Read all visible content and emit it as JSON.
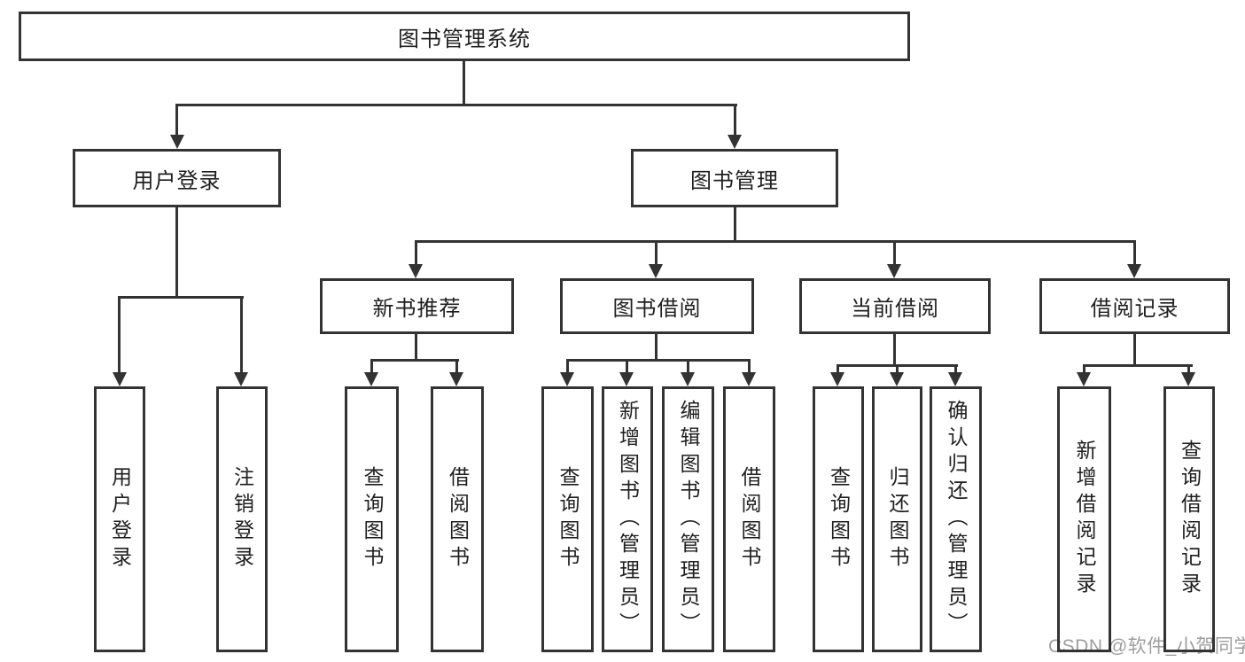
{
  "tree": {
    "root": {
      "label": "图书管理系统"
    },
    "branches": [
      {
        "label": "用户登录",
        "children": [
          {
            "label": "用户登录"
          },
          {
            "label": "注销登录"
          }
        ]
      },
      {
        "label": "图书管理",
        "groups": [
          {
            "label": "新书推荐",
            "children": [
              {
                "label": "查询图书"
              },
              {
                "label": "借阅图书"
              }
            ]
          },
          {
            "label": "图书借阅",
            "children": [
              {
                "label": "查询图书"
              },
              {
                "label": "新增图书（管理员）"
              },
              {
                "label": "编辑图书（管理员）"
              },
              {
                "label": "借阅图书"
              }
            ]
          },
          {
            "label": "当前借阅",
            "children": [
              {
                "label": "查询图书"
              },
              {
                "label": "归还图书"
              },
              {
                "label": "确认归还（管理员）"
              }
            ]
          },
          {
            "label": "借阅记录",
            "children": [
              {
                "label": "新增借阅记录"
              },
              {
                "label": "查询借阅记录"
              }
            ]
          }
        ]
      }
    ]
  },
  "watermark": {
    "text": "CSDN @软件_小贺同学"
  },
  "colors": {
    "line": "#333333",
    "text": "#1f1f1f",
    "box_background": "#ffffff",
    "page_background": "#ffffff",
    "watermark": "#9e9e9e"
  }
}
